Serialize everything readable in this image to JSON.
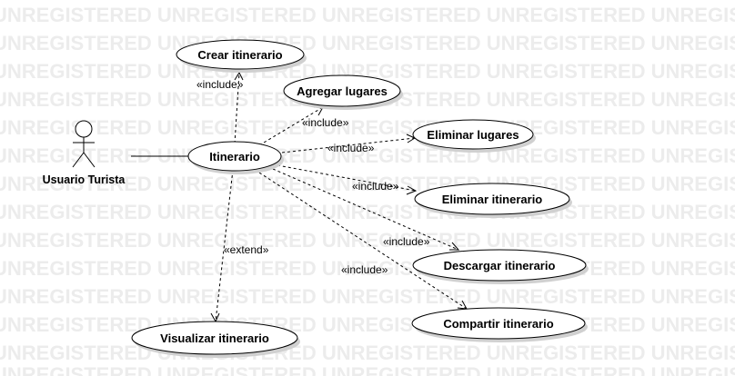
{
  "watermark": "UNREGISTERED UNREGISTERED UNREGISTERED UNREGISTERED UNREGISTERED",
  "actor": {
    "label": "Usuario Turista"
  },
  "use_cases": {
    "crear": "Crear itinerario",
    "agregar": "Agregar lugares",
    "itinerario": "Itinerario",
    "eliminar_lugares": "Eliminar lugares",
    "eliminar_itinerario": "Eliminar itinerario",
    "descargar": "Descargar itinerario",
    "compartir": "Compartir itinerario",
    "visualizar": "Visualizar itinerario"
  },
  "relations": {
    "include_crear": "«include»",
    "include_agregar": "«include»",
    "include_eliminar_lugares": "«include»",
    "include_eliminar_itinerario": "«include»",
    "include_descargar": "«include»",
    "include_compartir": "«include»",
    "extend_visualizar": "«extend»"
  }
}
